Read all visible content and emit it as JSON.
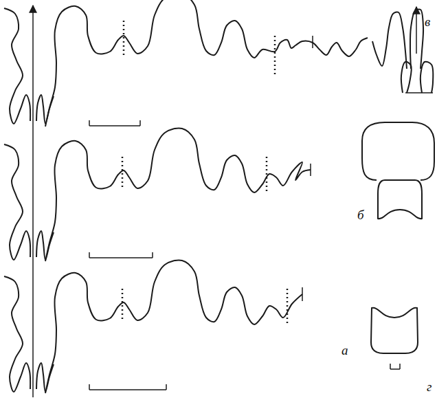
{
  "diagram": {
    "labels": [
      "в",
      "б",
      "а",
      "г"
    ]
  }
}
